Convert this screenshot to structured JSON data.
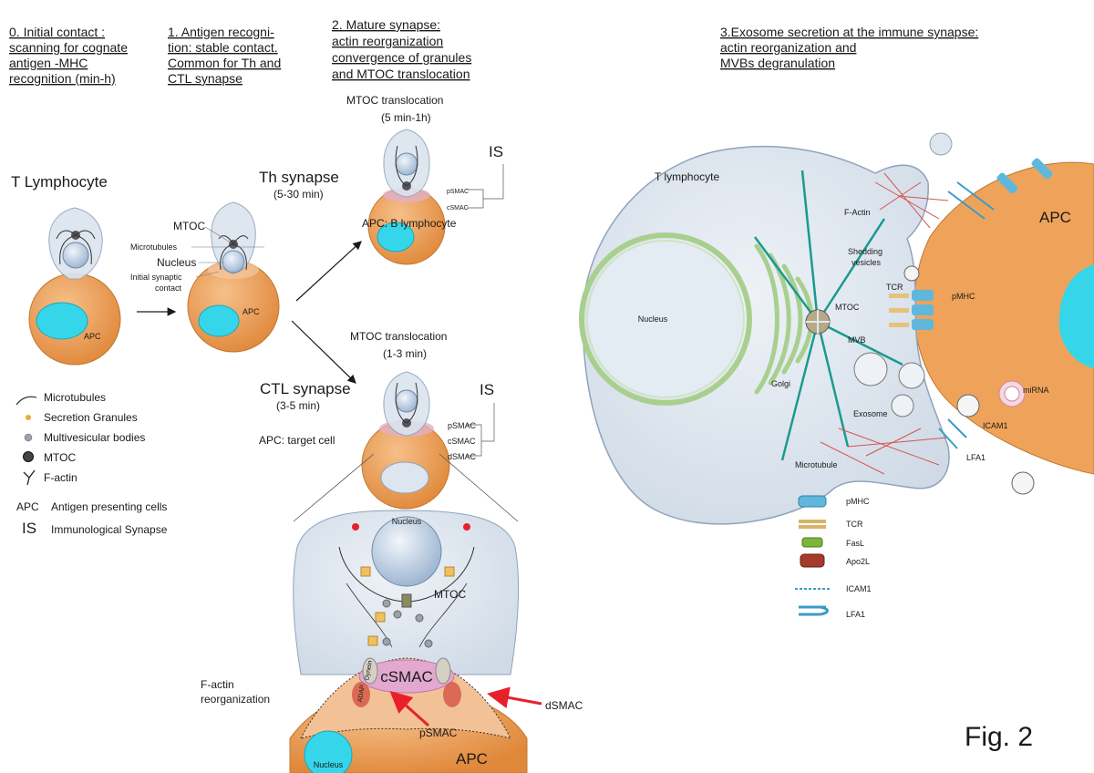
{
  "steps": {
    "step0": [
      "0. Initial contact :",
      "scanning for cognate",
      "antigen -MHC",
      "recognition (min-h)"
    ],
    "step1": [
      "1. Antigen recogni-",
      "tion: stable contact.",
      "Common for Th and",
      "CTL synapse"
    ],
    "step2": [
      "2. Mature synapse:",
      " actin reorganization",
      "convergence of granules",
      "and MTOC translocation"
    ],
    "step3": [
      "3.Exosome secretion at the immune synapse:",
      " actin reorganization and",
      " MVBs degranulation"
    ]
  },
  "panel0": {
    "title": "T Lymphocyte",
    "apc": "APC"
  },
  "panel1": {
    "mtoc": "MTOC",
    "microtubules": "Microtubules",
    "nucleus": "Nucleus",
    "contact": [
      "Initial synaptic",
      "contact"
    ],
    "apc": "APC"
  },
  "th": {
    "mtoc": "MTOC translocation",
    "time": "(5 min-1h)",
    "title": "Th synapse",
    "duration": "(5-30 min)",
    "apc": "APC: B lymphocyte",
    "is": "IS",
    "psmac": "pSMAC",
    "csmac": "cSMAC"
  },
  "ctl": {
    "mtoc": "MTOC translocation",
    "time": "(1-3 min)",
    "title": "CTL synapse",
    "duration": "(3-5 min)",
    "apc": "APC: target cell",
    "is": "IS",
    "psmac": "pSMAC",
    "csmac": "cSMAC",
    "dsmac": "dSMAC"
  },
  "legend": {
    "microtubules": "Microtubules",
    "granules": "Secretion Granules",
    "mvb": "Multivesicular bodies",
    "mtoc": "MTOC",
    "factin": "F-actin",
    "apc_abbr": "APC",
    "apc_full": "Antigen presenting cells",
    "is_abbr": "IS",
    "is_full": "Immunological  Synapse"
  },
  "detail": {
    "nucleus": "Nucleus",
    "mtoc": "MTOC",
    "csmac": "cSMAC",
    "factin": [
      "F-actin",
      "reorganization"
    ],
    "psmac": "pSMAC",
    "dsmac": "dSMAC",
    "apc": "APC",
    "apc_nucleus": "Nucleus",
    "dynein": "Dynein",
    "adap": "ADAP"
  },
  "exo": {
    "tcell": "T lymphocyte",
    "nucleus": "Nucleus",
    "golgi": "Golgi",
    "mtoc": "MTOC",
    "mvb": "MVB",
    "exosome": "Exosome",
    "microtubule": "Microtubule",
    "factin": "F-Actin",
    "shedding": [
      "Shedding",
      "vesicles"
    ],
    "tcr": "TCR",
    "pmhc": "pMHC",
    "apc": "APC",
    "mirna": "miRNA",
    "icam1": "ICAM1",
    "lfa1": "LFA1"
  },
  "legend2": [
    "pMHC",
    "TCR",
    "FasL",
    "Apo2L",
    "ICAM1",
    "LFA1"
  ],
  "fig_label": "Fig. 2",
  "colors": {
    "apc": "#efa35a",
    "apc_dark": "#d9893e",
    "tcell": "#dde5ef",
    "tcell_edge": "#8fa3bb",
    "nucleus_apc": "#35d6ea",
    "arrow_red": "#e8202a",
    "golgi": "#a9cf8f",
    "microtubule": "#1a9a8f"
  }
}
